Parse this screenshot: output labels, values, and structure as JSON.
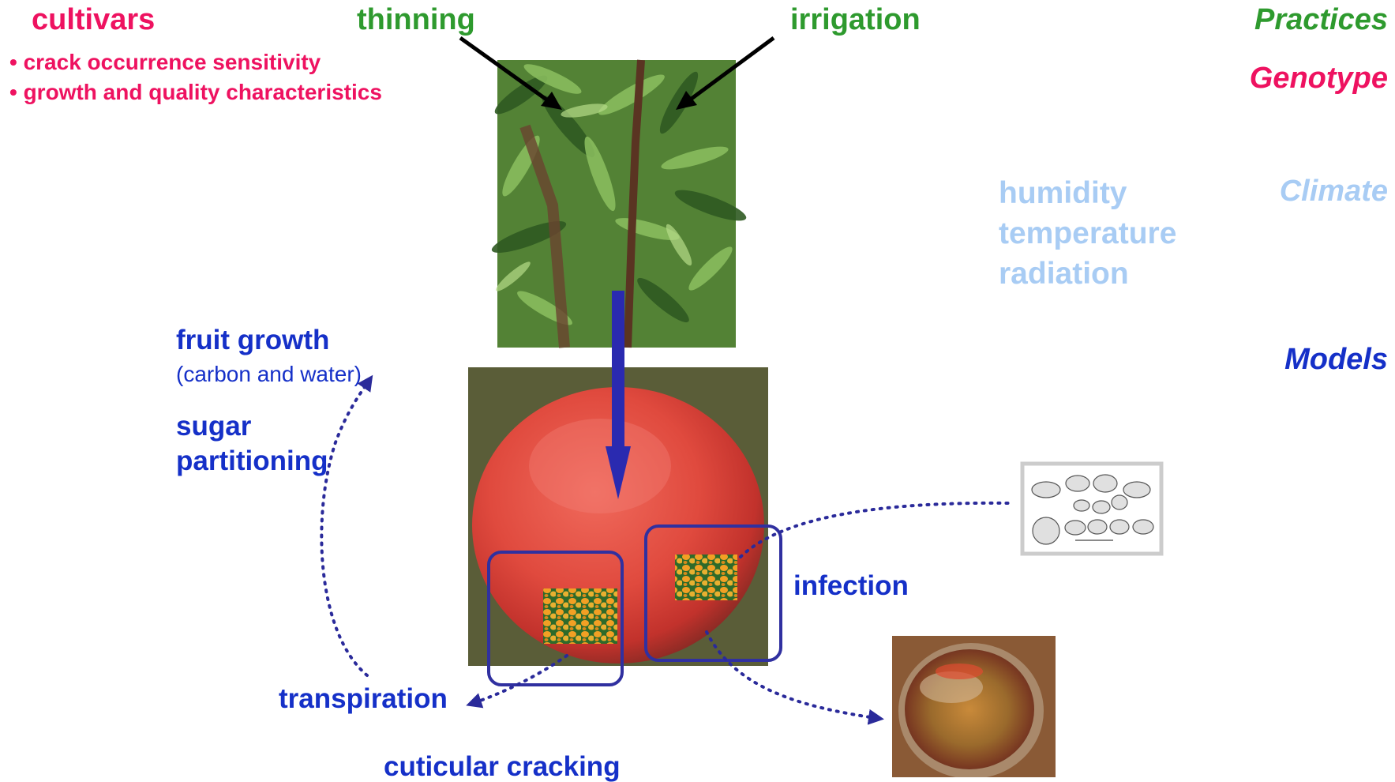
{
  "categories": {
    "practices": "Practices",
    "genotype": "Genotype",
    "climate": "Climate",
    "models": "Models"
  },
  "practices_items": {
    "thinning": "thinning",
    "irrigation": "irrigation"
  },
  "genotype_items": {
    "cultivars": "cultivars",
    "bullets": [
      "• crack occurrence sensitivity",
      "• growth and quality characteristics"
    ]
  },
  "climate_items": [
    "humidity",
    "temperature",
    "radiation"
  ],
  "models_items": {
    "fruit_growth": "fruit growth",
    "fruit_growth_note": "(carbon and water)",
    "sugar": "sugar",
    "partitioning": "partitioning",
    "transpiration": "transpiration",
    "cuticular_cracking": "cuticular cracking",
    "infection": "infection"
  },
  "colors": {
    "practices": "#2e9a2e",
    "genotype": "#ee1260",
    "climate": "#a8ccf4",
    "models": "#1530c8",
    "connector": "#2a2a9a"
  }
}
